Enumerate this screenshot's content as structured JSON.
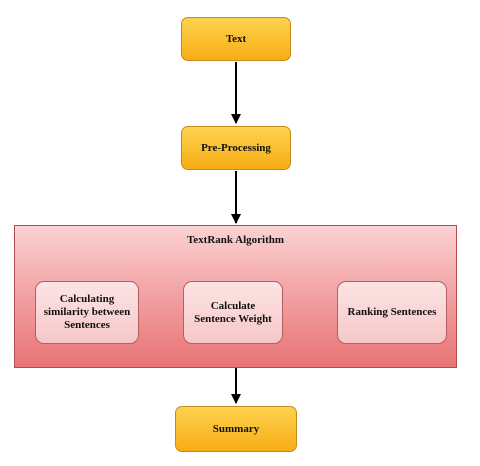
{
  "nodes": {
    "text": "Text",
    "preprocessing": "Pre-Processing",
    "group_title": "TextRank Algorithm",
    "similarity": "Calculating similarity between Sentences",
    "weight": "Calculate Sentence Weight",
    "ranking": "Ranking Sentences",
    "summary": "Summary"
  },
  "colors": {
    "terminal_fill": "#f7ad14",
    "terminal_border": "#c88a1e",
    "group_fill": "#ef9294",
    "group_border": "#b14d51",
    "step_fill": "#f6c7c8",
    "step_border": "#b35f63",
    "arrow": "#000000"
  }
}
